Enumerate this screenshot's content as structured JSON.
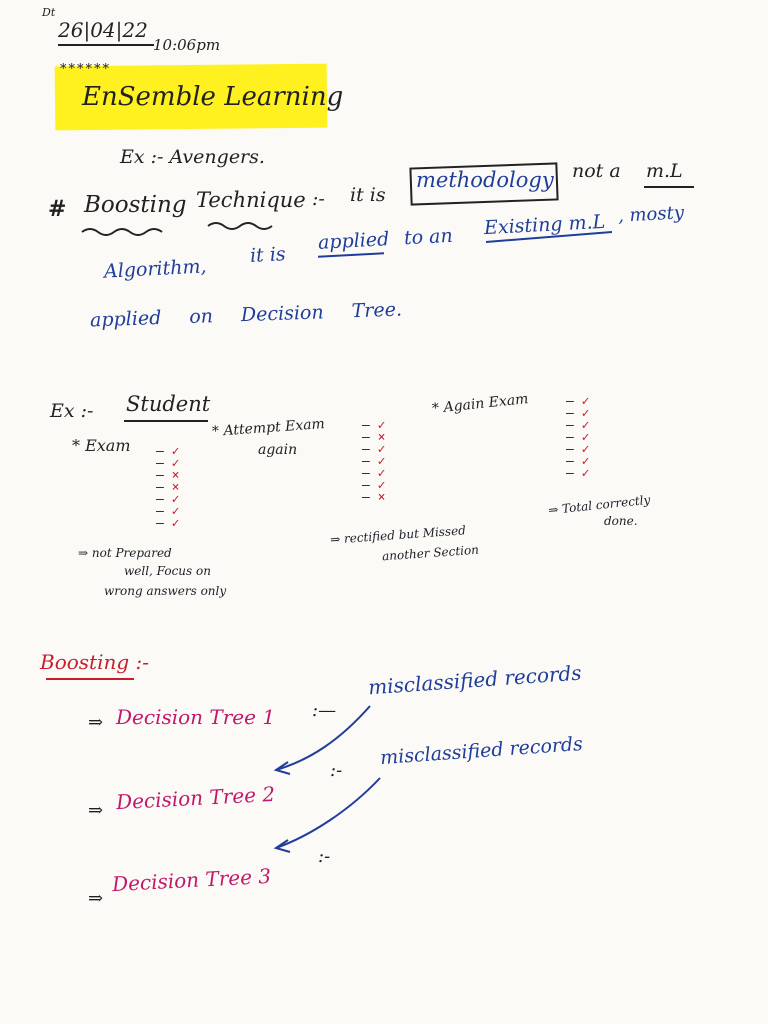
{
  "header": {
    "corner_mark": "Dt",
    "date": "26|04|22",
    "time": "10:06pm"
  },
  "title": {
    "stars": "******",
    "text": "EnSemble Learning"
  },
  "example1": "Ex :- Avengers.",
  "boosting_technique": {
    "hash": "#",
    "term": "Boosting",
    "term2": "Technique",
    "separator": ":-",
    "line1_a": "it is",
    "boxed": "methodology",
    "line1_b": "not a",
    "line1_c": "m.L",
    "line2_a": "Algorithm,",
    "line2_b": "it is",
    "line2_c": "applied",
    "line2_d": "to an",
    "line2_e": "Existing m.L",
    "line2_f": ", mosty",
    "line3": "applied on Decision Tree."
  },
  "student_example": {
    "label": "Ex :-",
    "title": "Student",
    "col1_title": "* Exam",
    "col2_title_1": "* Attempt Exam",
    "col2_title_2": "again",
    "col3_title": "* Again Exam",
    "col1_note": [
      "⇒ not Prepared",
      "well, Focus on",
      "wrong answers only"
    ],
    "col2_note": [
      "⇒ rectified but Missed",
      "another Section"
    ],
    "col3_note": [
      "⇒ Total correctly",
      "done."
    ],
    "col1_marks": [
      "– ✓",
      "– ✓",
      "– ×",
      "– ×",
      "– ✓",
      "– ✓",
      "– ✓"
    ],
    "col2_marks": [
      "– ✓",
      "– ×",
      "– ✓",
      "– ✓",
      "– ✓",
      "– ✓",
      "– ×"
    ],
    "col3_marks": [
      "– ✓",
      "– ✓",
      "– ✓",
      "– ✓",
      "– ✓",
      "– ✓",
      "– ✓"
    ]
  },
  "boosting_section": {
    "heading": "Boosting :-",
    "trees": [
      {
        "arrow": "⇒",
        "label": "Decision Tree 1",
        "sep": ":—",
        "note": "misclassified records"
      },
      {
        "arrow": "⇒",
        "label": "Decision Tree 2",
        "sep": ":-",
        "note": "misclassified records"
      },
      {
        "arrow": "⇒",
        "label": "Decision Tree 3",
        "sep": ":-",
        "note": ""
      }
    ]
  },
  "colors": {
    "paper": "#fbfaf6",
    "highlight": "#fff11f",
    "blue_ink": "#1f3d9a",
    "pink_ink": "#c2186b",
    "red_ink": "#c81e2b",
    "black_ink": "#222222"
  }
}
